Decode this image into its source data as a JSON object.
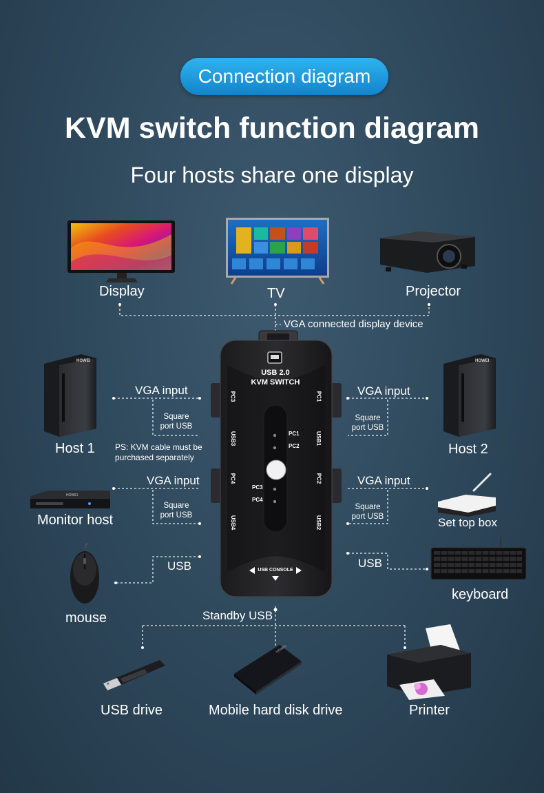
{
  "header": {
    "pill": "Connection diagram",
    "title": "KVM switch function diagram",
    "subtitle": "Four hosts share one display"
  },
  "displays": {
    "display": "Display",
    "tv": "TV",
    "projector": "Projector",
    "vga_connected": "VGA connected display device"
  },
  "kvm": {
    "line1": "USB 2.0",
    "line2": "KVM SWITCH",
    "pc1": "PC1",
    "pc2": "PC2",
    "pc3": "PC3",
    "pc4": "PC4",
    "port_pc3": "PC3",
    "port_usb3": "USB3",
    "port_pc4": "PC4",
    "port_usb4": "USB4",
    "port_pc1": "PC1",
    "port_usb1": "USB1",
    "port_pc2": "PC2",
    "port_usb2": "USB2",
    "usb_console": "USB CONSOLE"
  },
  "left": {
    "host1": "Host 1",
    "vga_input_1": "VGA input",
    "square_usb_1a": "Square",
    "square_usb_1b": "port USB",
    "ps_note_a": "PS: KVM cable must be",
    "ps_note_b": "purchased separately",
    "monitor_host": "Monitor host",
    "vga_input_3": "VGA input",
    "square_usb_3a": "Square",
    "square_usb_3b": "port USB",
    "mouse": "mouse",
    "usb_mouse": "USB"
  },
  "right": {
    "host2": "Host 2",
    "vga_input_2": "VGA input",
    "square_usb_2a": "Square",
    "square_usb_2b": "port USB",
    "set_top_box": "Set top box",
    "vga_input_4": "VGA input",
    "square_usb_4a": "Square",
    "square_usb_4b": "port USB",
    "keyboard": "keyboard",
    "usb_keyboard": "USB"
  },
  "bottom": {
    "standby_usb": "Standby USB",
    "usb_drive": "USB drive",
    "hard_disk": "Mobile hard disk drive",
    "printer": "Printer"
  },
  "device_brand": "HOWEI",
  "colors": {
    "pill_top": "#2fb3ef",
    "pill_bottom": "#1284cc",
    "background": "#304a5e",
    "connector_line": "#e6edf2"
  },
  "icons": [
    "monitor-icon",
    "tv-icon",
    "projector-icon",
    "pc-tower-icon",
    "dvr-box-icon",
    "set-top-box-icon",
    "mouse-icon",
    "keyboard-icon",
    "usb-drive-icon",
    "hard-disk-icon",
    "printer-icon",
    "kvm-switch-icon"
  ]
}
